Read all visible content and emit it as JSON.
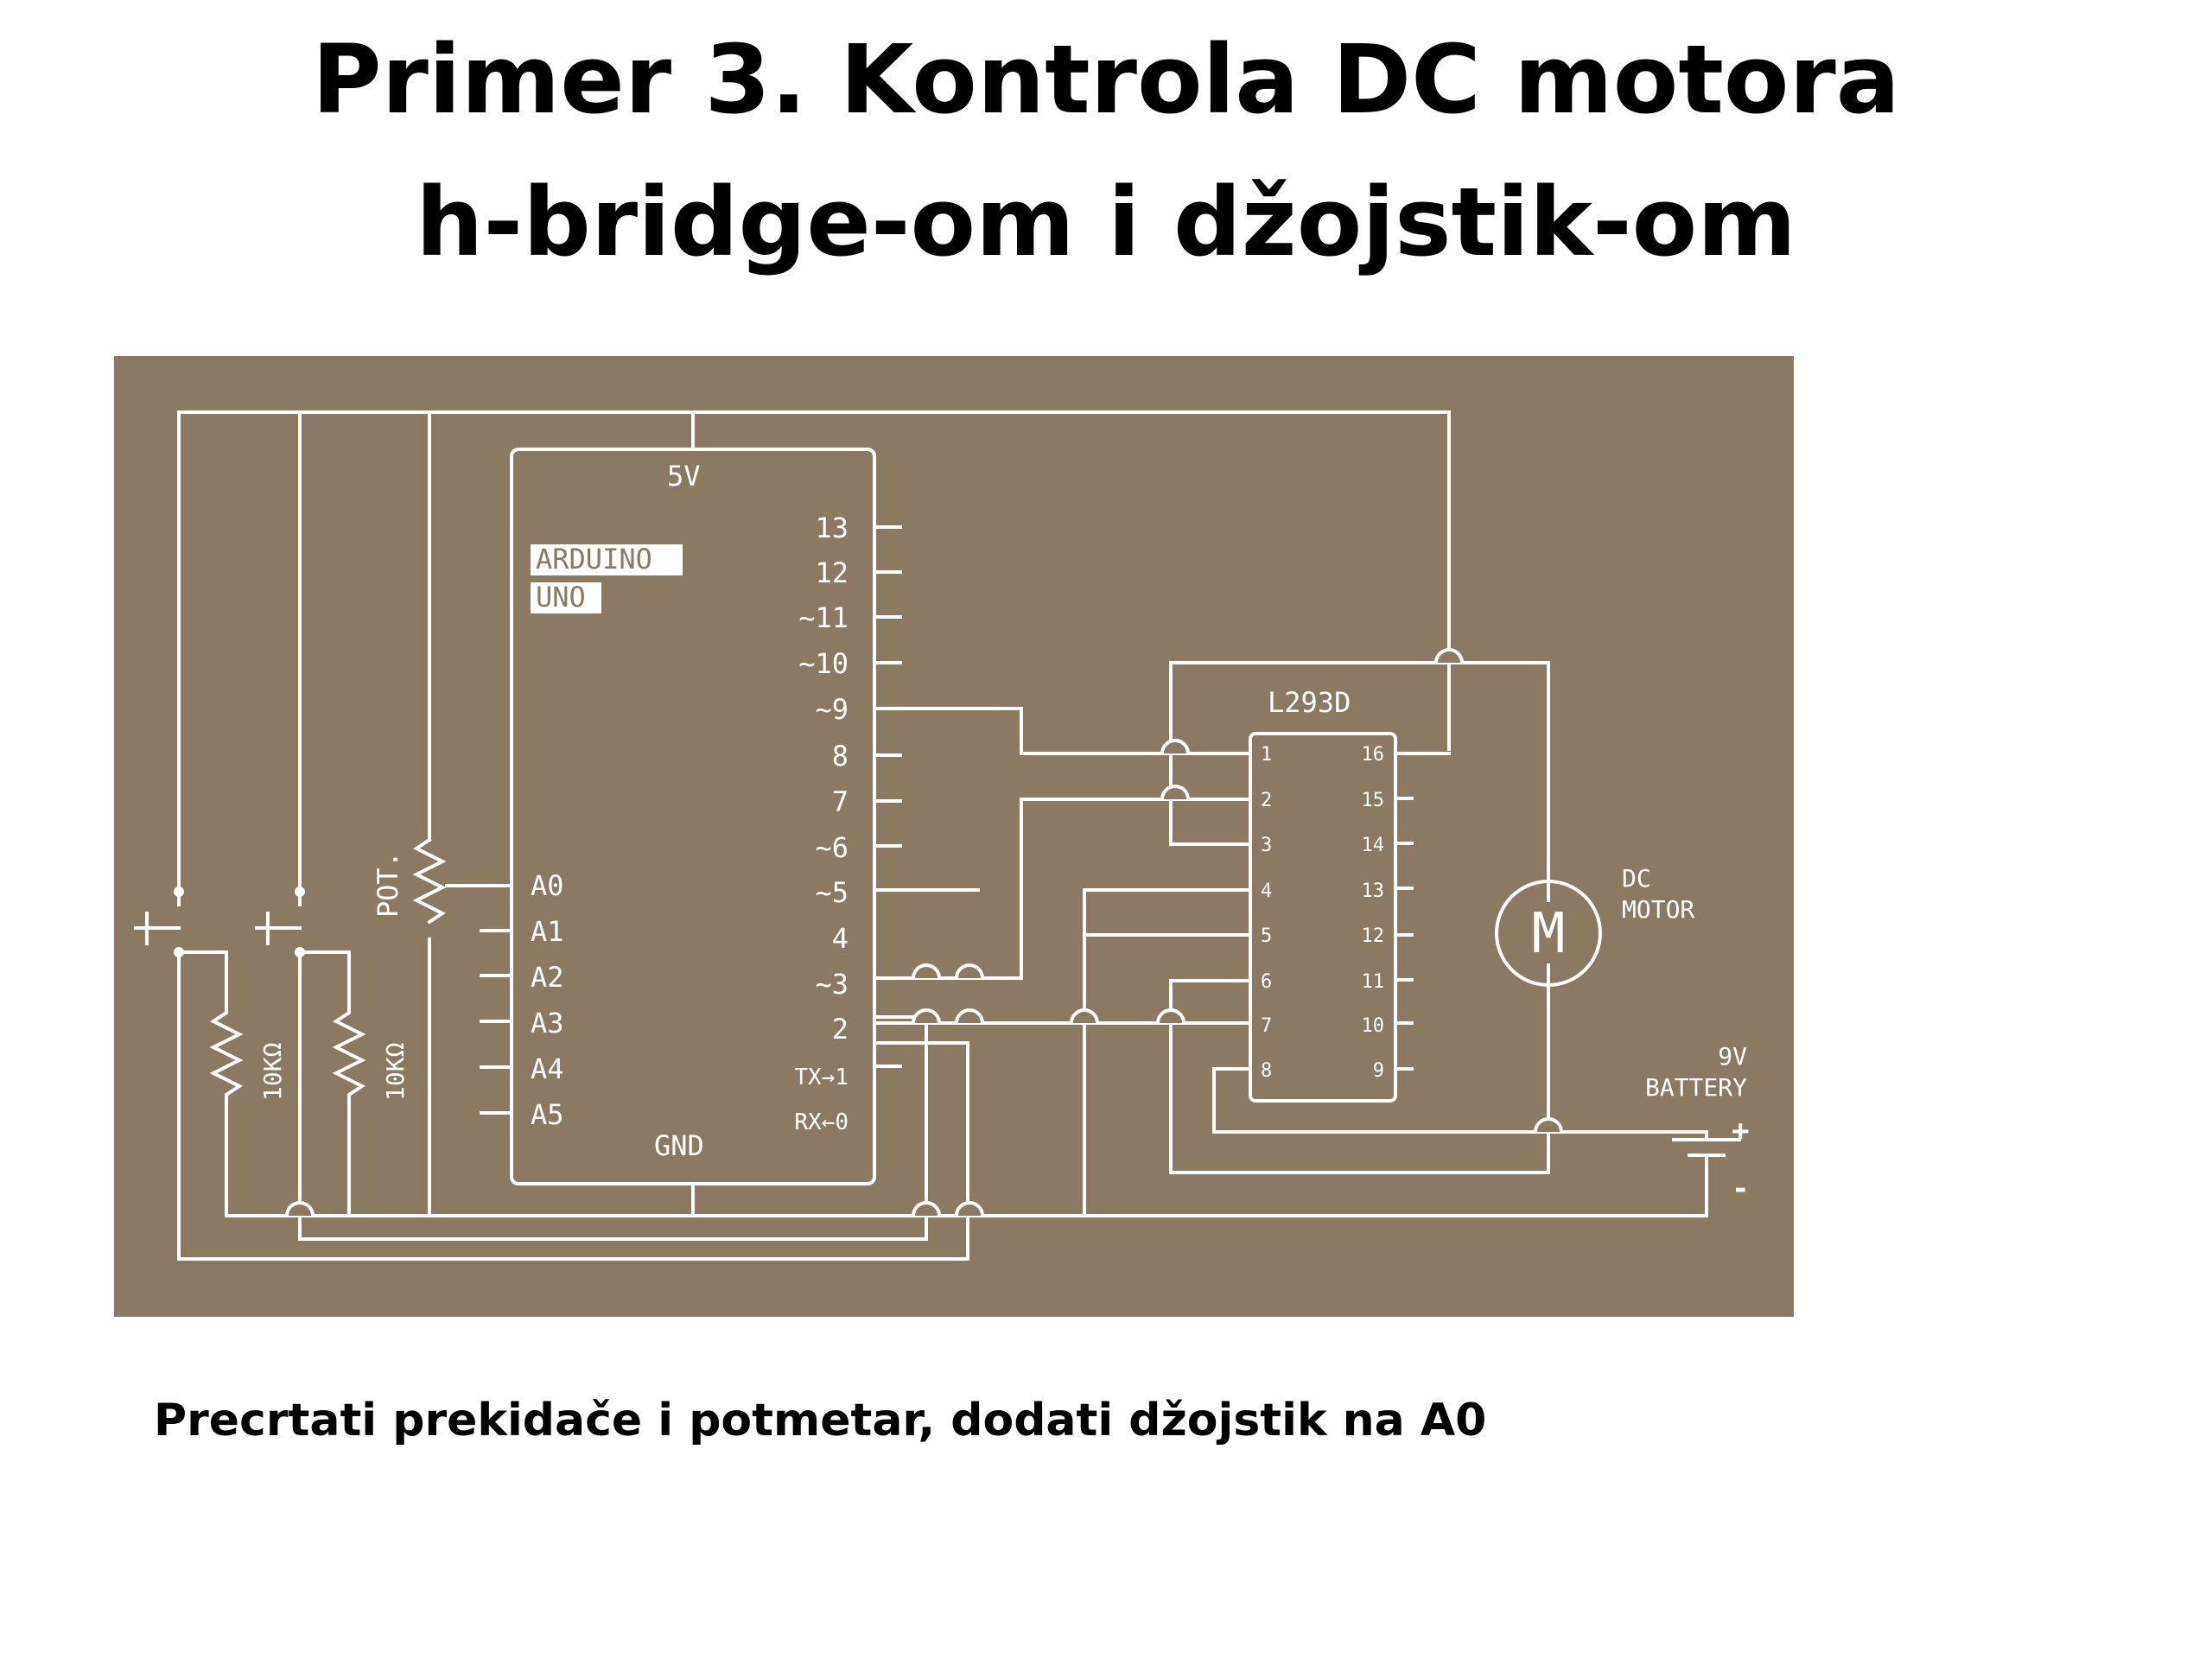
{
  "slide": {
    "title_line1": "Primer 3. Kontrola DC motora",
    "title_line2": "h-bridge-om i džojstik-om",
    "caption": "Precrtati prekidače i potmetar, dodati džojstik na A0"
  },
  "schematic": {
    "background_color": "#8a7a64",
    "line_color": "#ffffff",
    "arduino": {
      "name_line1": "ARDUINO",
      "name_line2": "UNO",
      "power_pin": "5V",
      "ground_pin": "GND",
      "digital_pins": [
        "13",
        "12",
        "~11",
        "~10",
        "~9",
        "8",
        "7",
        "~6",
        "~5",
        "4",
        "~3",
        "2",
        "TX→1",
        "RX←0"
      ],
      "analog_pins": [
        "A0",
        "A1",
        "A2",
        "A3",
        "A4",
        "A5"
      ]
    },
    "hbridge": {
      "name": "L293D",
      "left_pins": [
        "1",
        "2",
        "3",
        "4",
        "5",
        "6",
        "7",
        "8"
      ],
      "right_pins": [
        "16",
        "15",
        "14",
        "13",
        "12",
        "11",
        "10",
        "9"
      ]
    },
    "pot_label": "POT.",
    "resistor_label": "10KΩ",
    "motor": {
      "symbol": "M",
      "line1": "DC",
      "line2": "MOTOR"
    },
    "battery": {
      "line1": "9V",
      "line2": "BATTERY",
      "plus": "+",
      "minus": "-"
    }
  }
}
